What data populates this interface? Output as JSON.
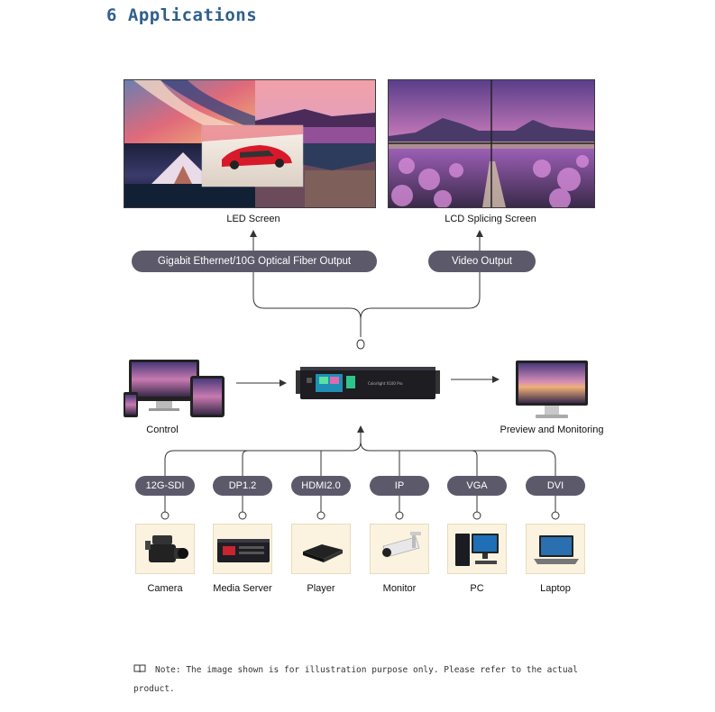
{
  "heading": "6 Applications",
  "outputs": {
    "led_label": "LED Screen",
    "lcd_label": "LCD Splicing Screen",
    "led_pill": "Gigabit Ethernet/10G Optical Fiber Output",
    "lcd_pill": "Video Output"
  },
  "middle": {
    "control_label": "Control",
    "preview_label": "Preview and Monitoring"
  },
  "inputs": [
    {
      "port": "12G-SDI",
      "device": "Camera",
      "icon": "camera-icon"
    },
    {
      "port": "DP1.2",
      "device": "Media Server",
      "icon": "media-server-icon"
    },
    {
      "port": "HDMI2.0",
      "device": "Player",
      "icon": "player-icon"
    },
    {
      "port": "IP",
      "device": "Monitor",
      "icon": "ip-camera-icon"
    },
    {
      "port": "VGA",
      "device": "PC",
      "icon": "pc-icon"
    },
    {
      "port": "DVI",
      "device": "Laptop",
      "icon": "laptop-icon"
    }
  ],
  "note": "Note: The image shown is for illustration purpose only. Please refer to the actual product.",
  "colors": {
    "heading": "#2f5f8d",
    "pill": "#5c5a6a",
    "icon_bg": "#fbf3df"
  }
}
